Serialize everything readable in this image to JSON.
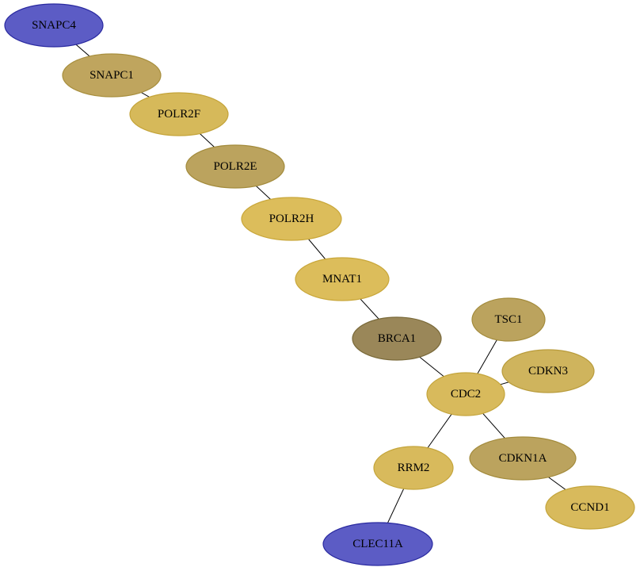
{
  "nodes": [
    {
      "id": "SNAPC4",
      "label": "SNAPC4",
      "fill": "#5c5cc5",
      "stroke": "#2a2aa0"
    },
    {
      "id": "SNAPC1",
      "label": "SNAPC1",
      "fill": "#bfa55e",
      "stroke": "#a88f3e"
    },
    {
      "id": "POLR2F",
      "label": "POLR2F",
      "fill": "#d6b95a",
      "stroke": "#c4a43a"
    },
    {
      "id": "POLR2E",
      "label": "POLR2E",
      "fill": "#bba35e",
      "stroke": "#a38b3c"
    },
    {
      "id": "POLR2H",
      "label": "POLR2H",
      "fill": "#dcbd5b",
      "stroke": "#c9a73a"
    },
    {
      "id": "MNAT1",
      "label": "MNAT1",
      "fill": "#dcbd5b",
      "stroke": "#c9a73a"
    },
    {
      "id": "BRCA1",
      "label": "BRCA1",
      "fill": "#9a8759",
      "stroke": "#7a6a3a"
    },
    {
      "id": "TSC1",
      "label": "TSC1",
      "fill": "#bba35e",
      "stroke": "#a38b3c"
    },
    {
      "id": "CDKN3",
      "label": "CDKN3",
      "fill": "#cfb45d",
      "stroke": "#b99c3c"
    },
    {
      "id": "CDC2",
      "label": "CDC2",
      "fill": "#d8ba5c",
      "stroke": "#c4a53c"
    },
    {
      "id": "RRM2",
      "label": "RRM2",
      "fill": "#d8ba5c",
      "stroke": "#c4a53c"
    },
    {
      "id": "CDKN1A",
      "label": "CDKN1A",
      "fill": "#bba35e",
      "stroke": "#a38b3c"
    },
    {
      "id": "CCND1",
      "label": "CCND1",
      "fill": "#d8ba5c",
      "stroke": "#c4a53c"
    },
    {
      "id": "CLEC11A",
      "label": "CLEC11A",
      "fill": "#5c5cc5",
      "stroke": "#2a2aa0"
    }
  ],
  "edges": [
    [
      "SNAPC4",
      "SNAPC1"
    ],
    [
      "SNAPC1",
      "POLR2F"
    ],
    [
      "POLR2F",
      "POLR2E"
    ],
    [
      "POLR2E",
      "POLR2H"
    ],
    [
      "POLR2H",
      "MNAT1"
    ],
    [
      "MNAT1",
      "BRCA1"
    ],
    [
      "BRCA1",
      "CDC2"
    ],
    [
      "TSC1",
      "CDC2"
    ],
    [
      "CDKN3",
      "CDC2"
    ],
    [
      "CDC2",
      "RRM2"
    ],
    [
      "CDC2",
      "CDKN1A"
    ],
    [
      "CDKN1A",
      "CCND1"
    ],
    [
      "RRM2",
      "CLEC11A"
    ]
  ]
}
